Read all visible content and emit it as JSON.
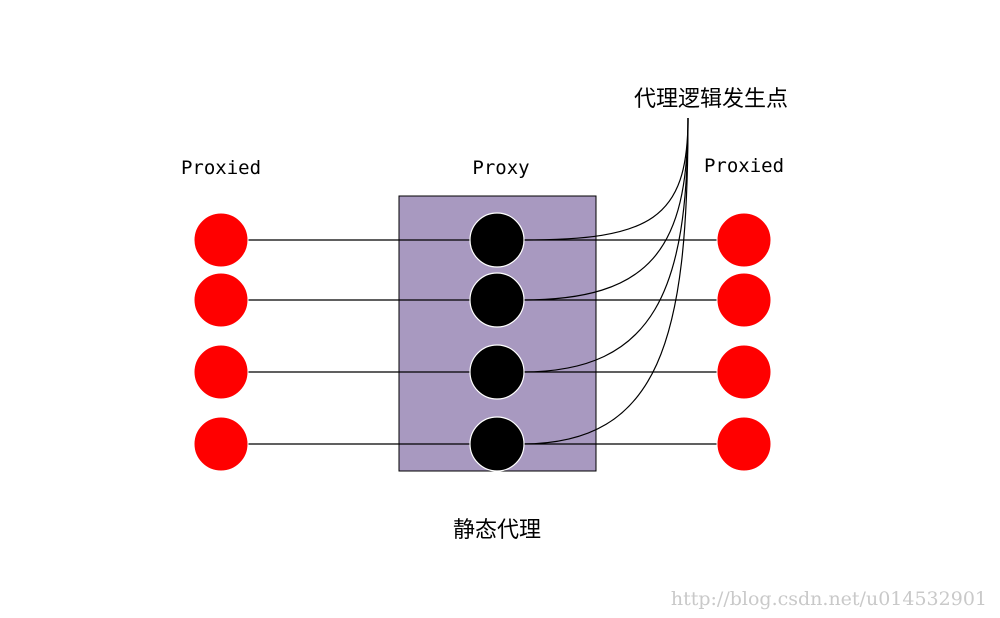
{
  "labels": {
    "left_group": "Proxied",
    "center_group": "Proxy",
    "right_group": "Proxied",
    "callout": "代理逻辑发生点",
    "caption": "静态代理"
  },
  "watermark": "http://blog.csdn.net/u014532901",
  "colors": {
    "proxied_node": "#ff0000",
    "proxy_node": "#000000",
    "proxy_box": "#a899c0",
    "line": "#000000"
  },
  "rows": 4
}
